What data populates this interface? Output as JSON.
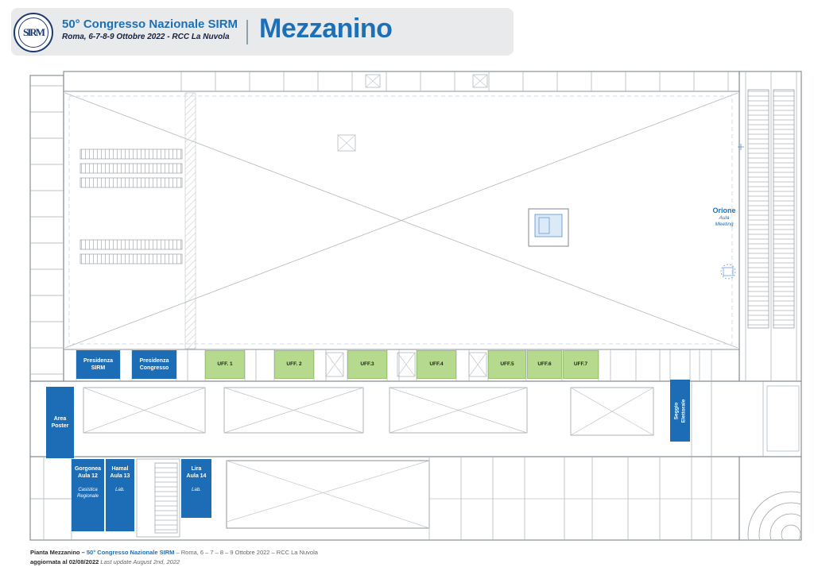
{
  "header": {
    "logo": "SIRM",
    "title": "50° Congresso Nazionale SIRM",
    "subtitle": "Roma, 6-7-8-9 Ottobre 2022 - RCC La Nuvola",
    "floor_title": "Mezzanino"
  },
  "plan": {
    "orione": {
      "name": "Orione",
      "sub": "Aula\nMeeting"
    },
    "rooms": {
      "presidenza_sirm": "Presidenza\nSIRM",
      "presidenza_congresso": "Presidenza\nCongresso",
      "area_poster": "Area\nPoster",
      "seggio_elettorale": "Seggio\nElettorale"
    },
    "offices": [
      "UFF. 1",
      "UFF. 2",
      "UFF.3",
      "UFF.4",
      "UFF.5",
      "UFF.6",
      "UFF.7"
    ],
    "aule": [
      {
        "name": "Gorgonea\nAula 12",
        "sub": "Casistica\nRegionale"
      },
      {
        "name": "Hamal\nAula 13",
        "sub": "Lab."
      },
      {
        "name": "Lira\nAula 14",
        "sub": "Lab."
      }
    ],
    "colors": {
      "accent_blue": "#1d6db6",
      "office_green": "#b5da8d",
      "text_blue": "#1c70b8"
    }
  },
  "footer": {
    "line1_bold": "Pianta Mezzanino – ",
    "line1_link": "50° Congresso Nazionale SIRM",
    "line1_rest": " – Roma, 6 – 7 – 8 – 9 Ottobre 2022 – RCC La Nuvola",
    "line2_bold": "aggiornata al 02/08/2022",
    "line2_italic": " Last update August 2nd, 2022"
  }
}
